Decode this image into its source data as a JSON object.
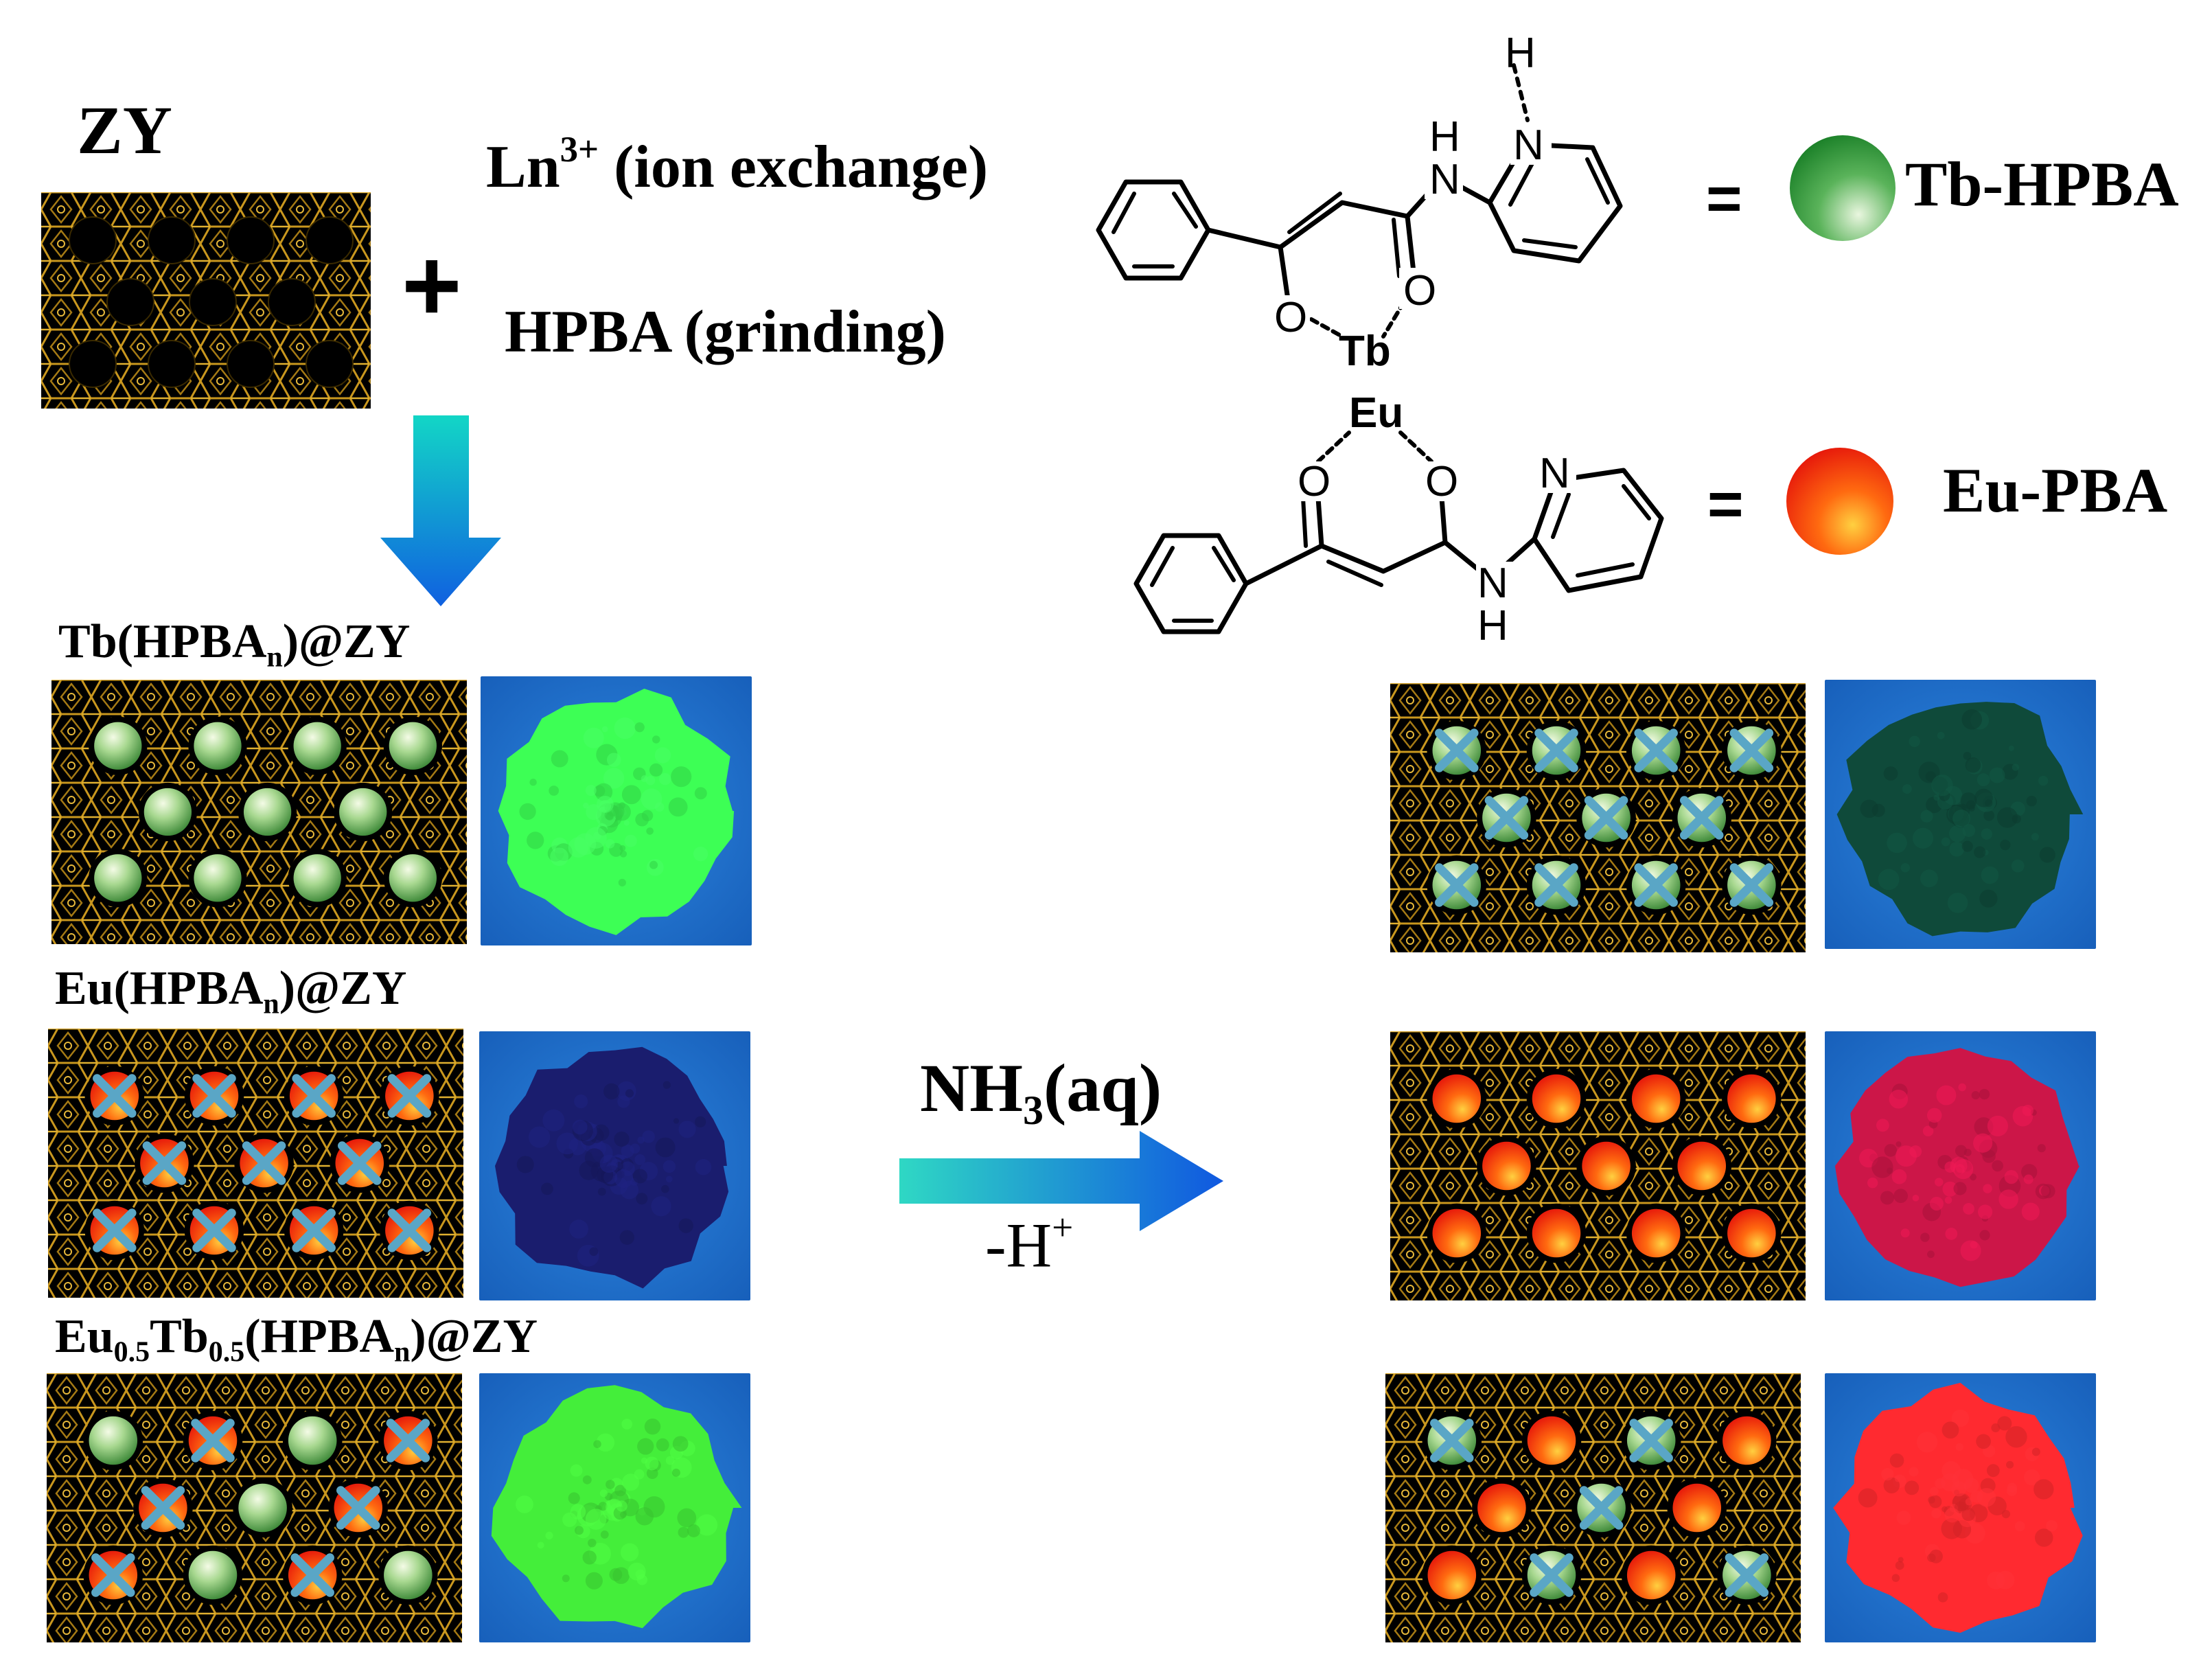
{
  "inputs": {
    "zeolite_label": "ZY",
    "plus_sign": "+",
    "step1": {
      "main": "Ln",
      "sup": "3+",
      "rest": " (ion exchange)"
    },
    "step2": "HPBA (grinding)"
  },
  "ligands": {
    "tb_complex": {
      "name": "Tb-HPBA",
      "equals": "=",
      "sphere_color": "#2e9a3a",
      "atoms": {
        "metal": "Tb",
        "oxygen": "O",
        "nitrogen": "N",
        "hydrogen": "H"
      }
    },
    "eu_complex": {
      "name": "Eu-PBA",
      "equals": "=",
      "sphere_color": "#ff3a10",
      "atoms": {
        "metal": "Eu",
        "oxygen": "O",
        "nitrogen": "N",
        "hydrogen": "H"
      }
    }
  },
  "samples": [
    {
      "main": "Tb(HPBA",
      "sub": "n",
      "rest": ")@ZY",
      "before_powder": "#3dff55",
      "after_powder": "#0f4a3a"
    },
    {
      "main": "Eu(HPBA",
      "sub": "n",
      "rest": ")@ZY",
      "before_powder": "#1a1d6e",
      "after_powder": "#cc1648"
    },
    {
      "main": "Eu",
      "sub": "0.5",
      "main2": "Tb",
      "sub2": "0.5",
      "main3": "(HPBA",
      "sub3": "n",
      "rest": ")@ZY",
      "before_powder": "#44ee3a",
      "after_powder": "#ff2a30"
    }
  ],
  "treatment": {
    "reagent_main": "NH",
    "reagent_sub": "3",
    "reagent_rest": "(aq)",
    "byproduct_main": "-H",
    "byproduct_sup": "+"
  },
  "colors": {
    "zeolite_frame": "#c9971e",
    "frame_bg": "#000000",
    "tb_sphere": "#9ed38a",
    "eu_sphere": "#ff3a10",
    "cross": "#5aa6c6",
    "arrow_start": "#12d6c6",
    "arrow_end": "#1060e0",
    "photo_bg": "#1f73cf"
  }
}
